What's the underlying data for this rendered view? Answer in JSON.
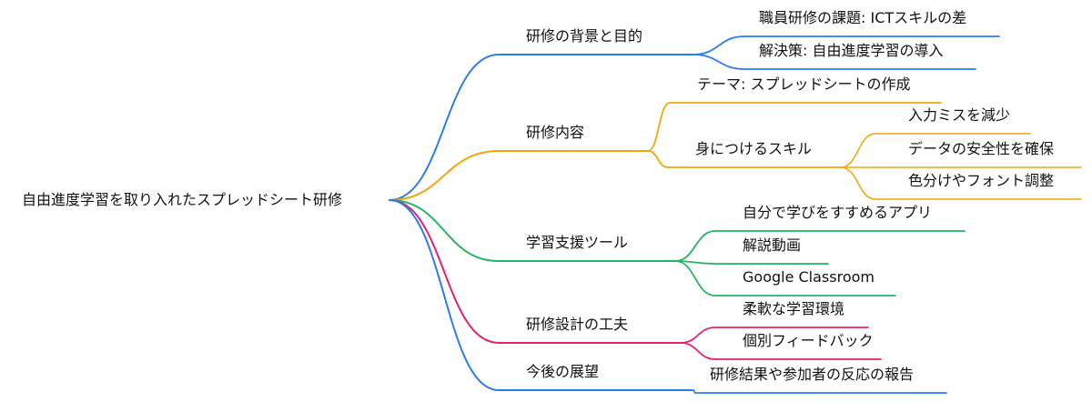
{
  "root": "自由進度学習を取り入れたスプレッドシート研修",
  "colors": {
    "blue": "#2b7de9",
    "orange": "#f2a60c",
    "green": "#22b564",
    "pink": "#e3236f"
  },
  "branches": [
    {
      "label": "研修の背景と目的",
      "color": "blue",
      "children": [
        {
          "label": "職員研修の課題: ICTスキルの差"
        },
        {
          "label": "解決策: 自由進度学習の導入"
        }
      ]
    },
    {
      "label": "研修内容",
      "color": "orange",
      "children": [
        {
          "label": "テーマ: スプレッドシートの作成"
        },
        {
          "label": "身につけるスキル",
          "children": [
            {
              "label": "入力ミスを減少"
            },
            {
              "label": "データの安全性を確保"
            },
            {
              "label": "色分けやフォント調整"
            }
          ]
        }
      ]
    },
    {
      "label": "学習支援ツール",
      "color": "green",
      "children": [
        {
          "label": "自分で学びをすすめるアプリ"
        },
        {
          "label": "解説動画"
        },
        {
          "label": "Google Classroom"
        }
      ]
    },
    {
      "label": "研修設計の工夫",
      "color": "pink",
      "children": [
        {
          "label": "柔軟な学習環境"
        },
        {
          "label": "個別フィードバック"
        }
      ]
    },
    {
      "label": "今後の展望",
      "color": "blue",
      "children": [
        {
          "label": "研修結果や参加者の反応の報告"
        }
      ]
    }
  ]
}
